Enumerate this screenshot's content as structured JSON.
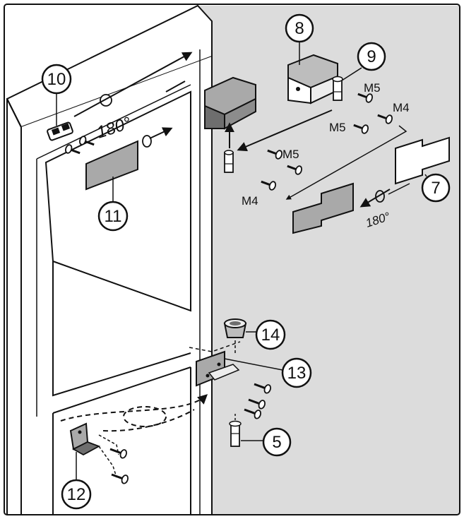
{
  "callouts": {
    "c5": "5",
    "c7": "7",
    "c8": "8",
    "c9": "9",
    "c10": "10",
    "c11": "11",
    "c12": "12",
    "c13": "13",
    "c14": "14"
  },
  "screw_labels": {
    "m5_top": "M5",
    "m4_top": "M4",
    "m5_mid": "M5",
    "m5_left": "M5",
    "m4_left": "M4"
  },
  "rotation_labels": {
    "top": "180°",
    "cover": "180°"
  },
  "colors": {
    "background_gray": "#dcdcdc",
    "cabinet_white": "#ffffff",
    "part_gray": "#a9a9a9",
    "part_dark": "#6e6e6e",
    "cover_gray": "#bdbdbd",
    "outline": "#111111"
  }
}
